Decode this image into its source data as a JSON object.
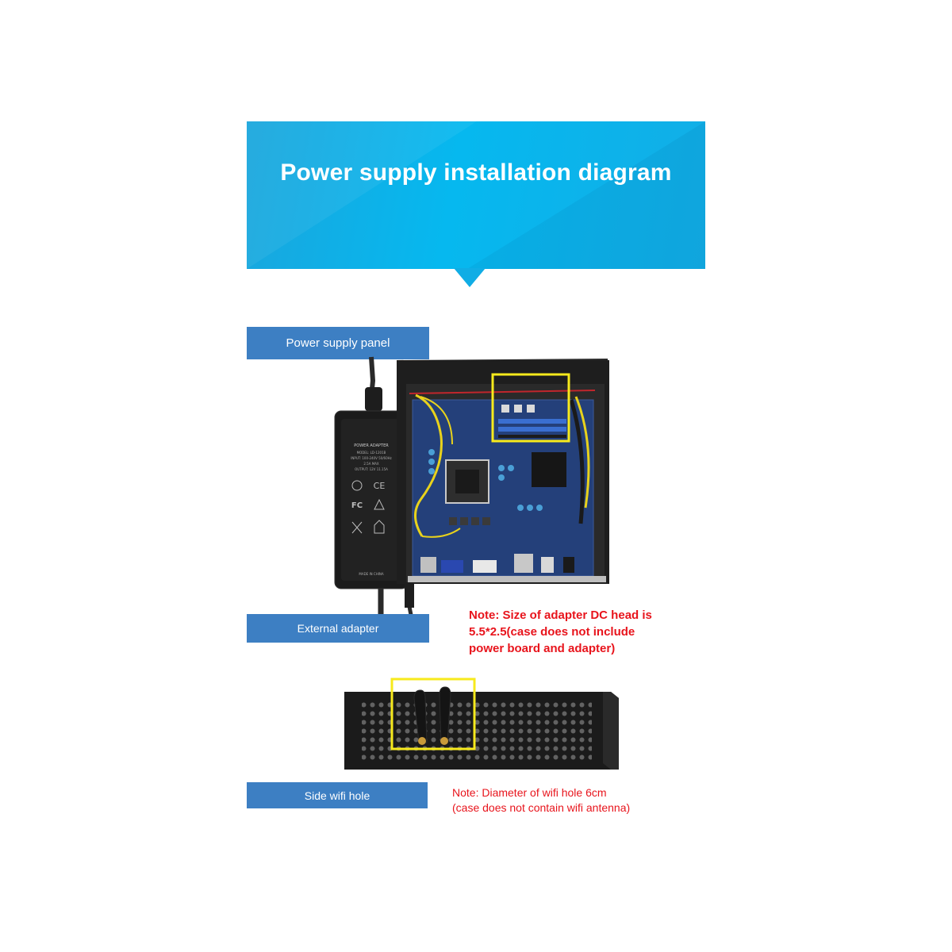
{
  "banner": {
    "title": "Power supply installation diagram",
    "color": "#0db4ea"
  },
  "tags": {
    "power_panel": "Power supply panel",
    "external_adapter": "External adapter",
    "side_wifi": "Side wifi hole",
    "color": "#3d7fc3"
  },
  "notes": {
    "adapter": {
      "line1": "Note: Size of adapter DC head is",
      "line2": "5.5*2.5(case does not include",
      "line3": "power board and adapter)"
    },
    "wifi": {
      "line1": "Note: Diameter of wifi hole 6cm",
      "line2": "(case does not contain wifi antenna)"
    },
    "color": "#e8141c"
  },
  "adapter_label": {
    "l1": "POWER ADAPTER",
    "l2": "MODEL: LD-1201B",
    "l3": "INPUT: 100-240V 50/60Hz",
    "l4": "2.5A MAX",
    "l5": "OUTPUT: 12V 11.15A",
    "l6": "MADE IN CHINA"
  }
}
